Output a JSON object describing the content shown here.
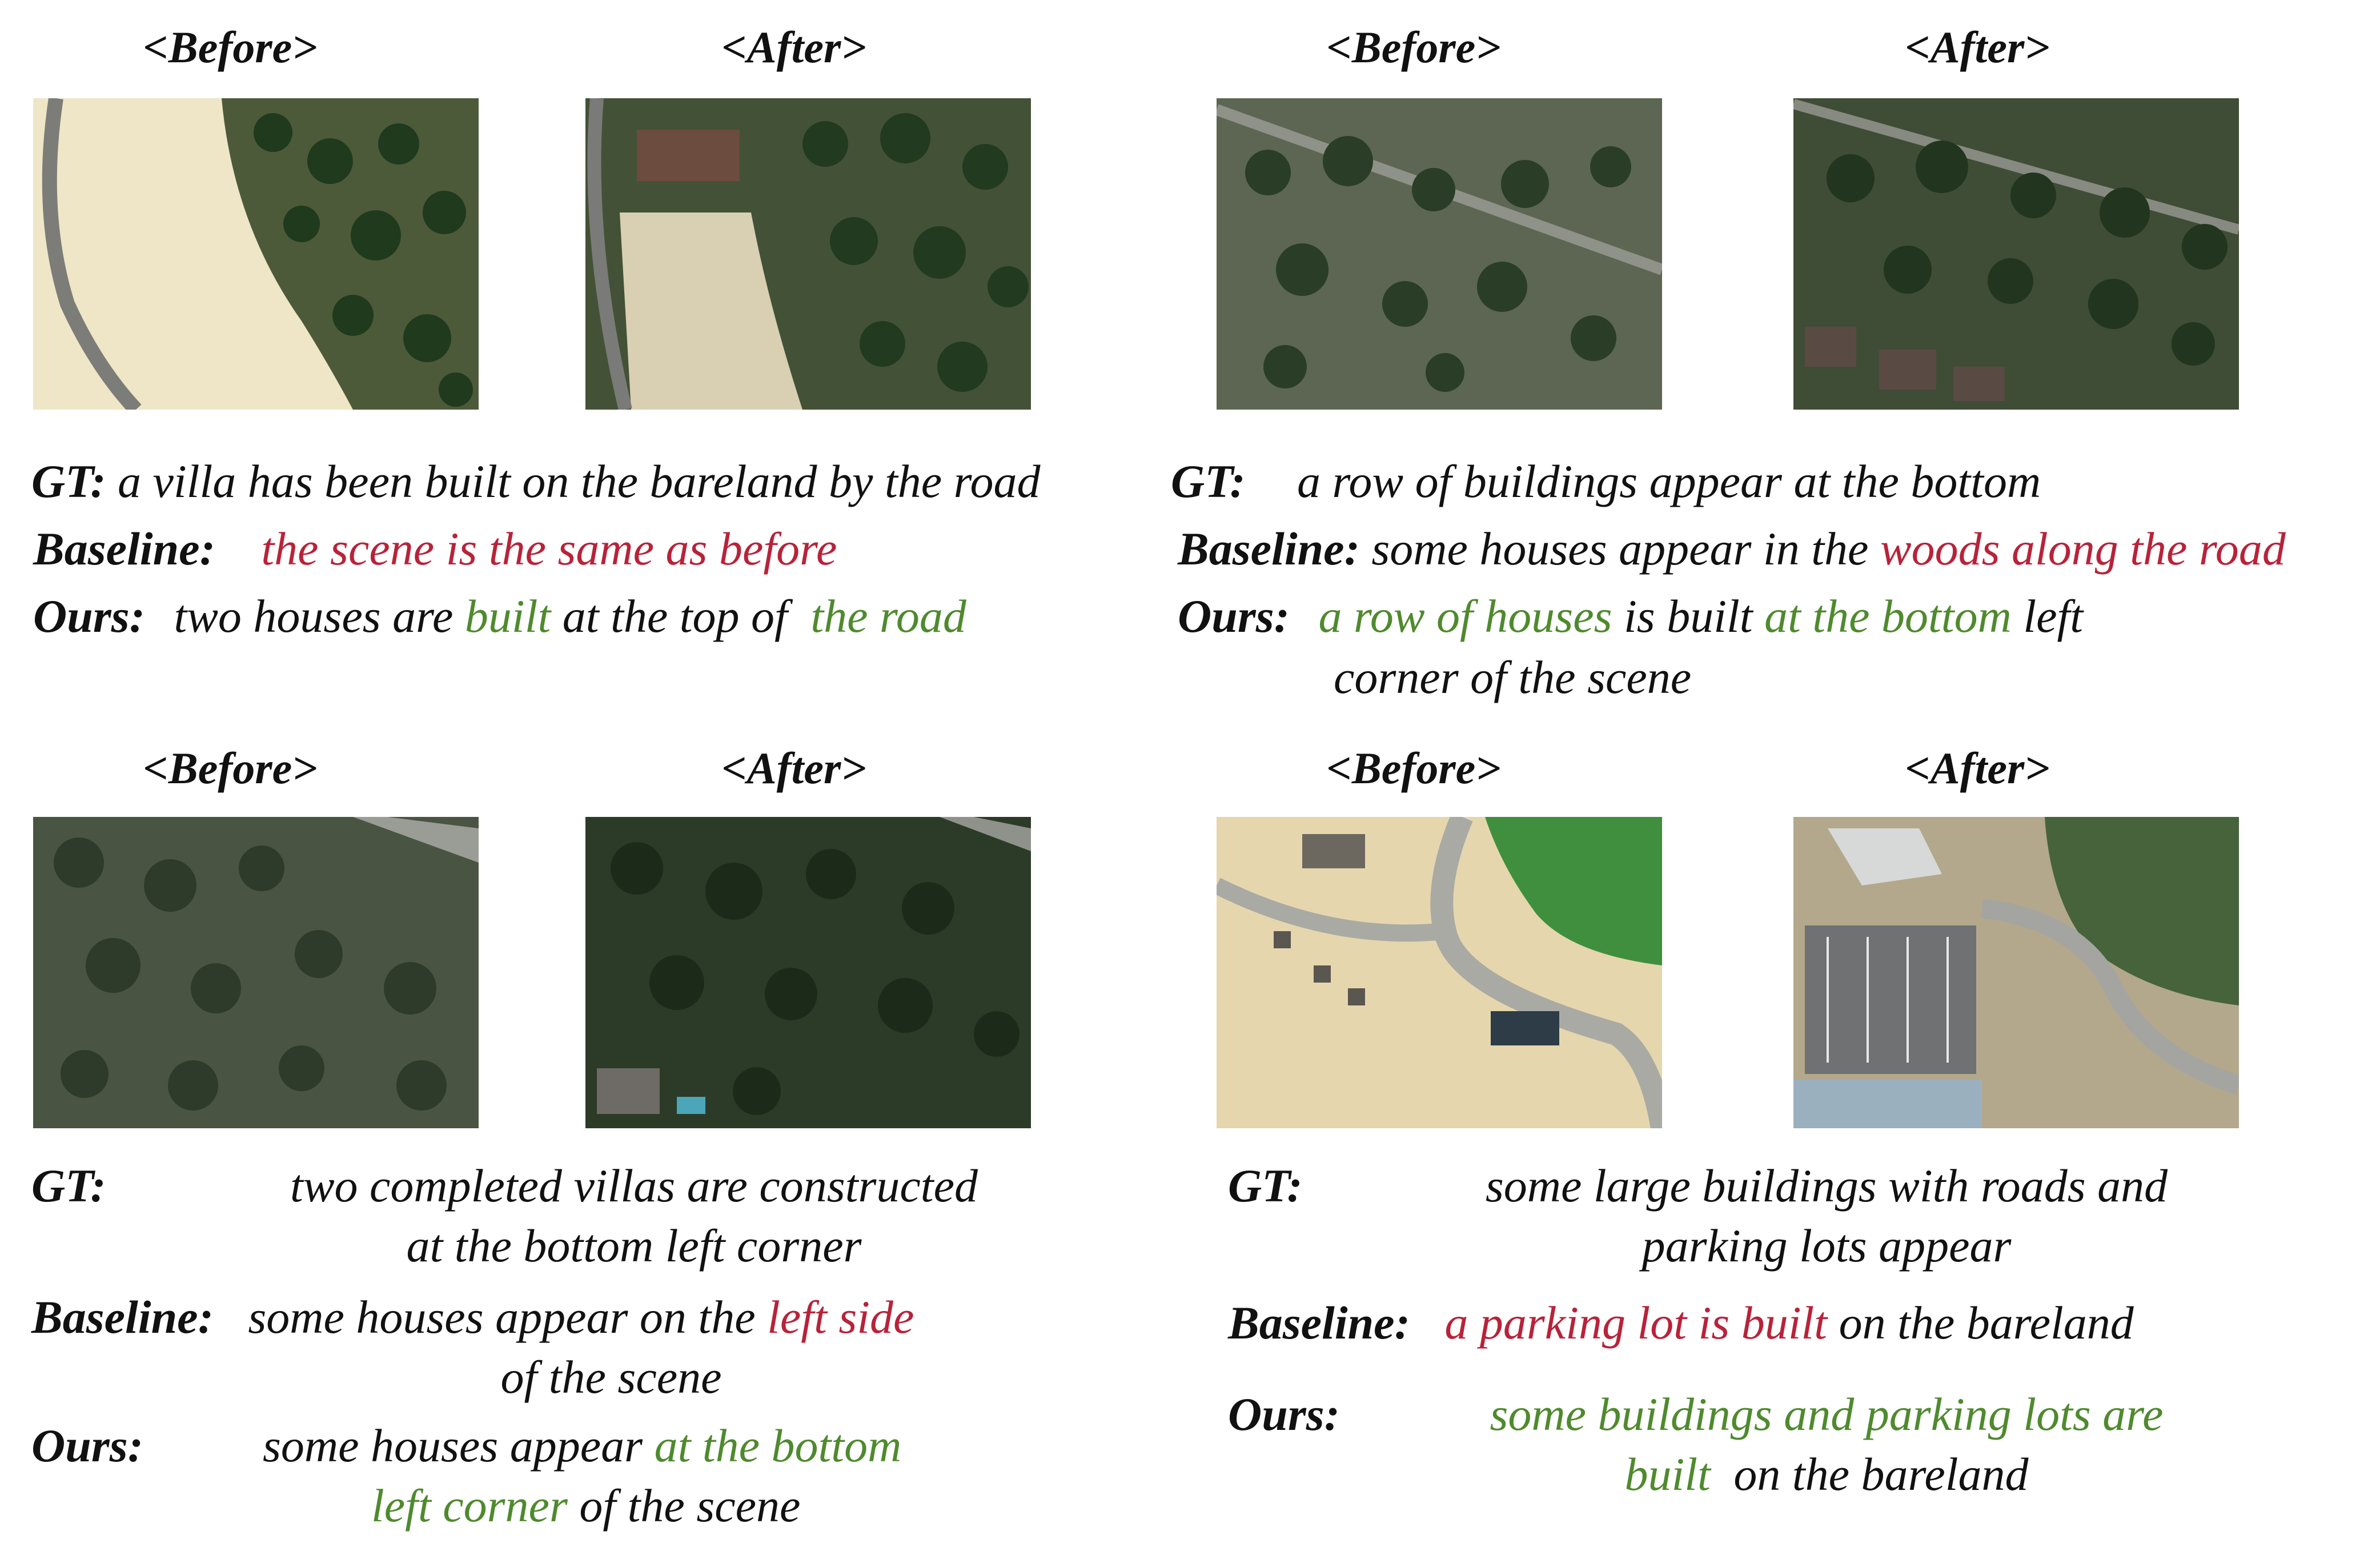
{
  "labels": {
    "before": "<Before>",
    "after": "<After>"
  },
  "colors": {
    "wrong": "#b8233a",
    "correct": "#4f8a2e"
  },
  "panels": [
    {
      "gt_key": "GT:",
      "gt": "a villa has been built on the bareland by the road",
      "baseline_key": "Baseline:",
      "baseline": "the scene is the same as before",
      "ours_key": "Ours:",
      "ours": [
        "two houses are",
        "built",
        "at the top of",
        "the road"
      ]
    },
    {
      "gt_key": "GT:",
      "gt": "a row of buildings appear at the bottom",
      "baseline_key": "Baseline:",
      "baseline": [
        "some houses appear in the",
        "woods along the road"
      ],
      "ours_key": "Ours:",
      "ours": [
        "a row of houses",
        "is built",
        "at the bottom",
        "left",
        "corner of the scene"
      ]
    },
    {
      "gt_key": "GT:",
      "gt": [
        "two completed villas are constructed",
        "at the bottom left corner"
      ],
      "baseline_key": "Baseline:",
      "baseline": [
        "some houses appear on the",
        "left side",
        "of the scene"
      ],
      "ours_key": "Ours:",
      "ours": [
        "some houses appear",
        "at the bottom",
        "left corner",
        "of the scene"
      ]
    },
    {
      "gt_key": "GT:",
      "gt": [
        "some large buildings with roads and",
        "parking lots appear"
      ],
      "baseline_key": "Baseline:",
      "baseline": [
        "a parking lot is built",
        "on the bareland"
      ],
      "ours_key": "Ours:",
      "ours": [
        "some buildings and parking lots are",
        "built",
        "on the bareland"
      ]
    }
  ]
}
